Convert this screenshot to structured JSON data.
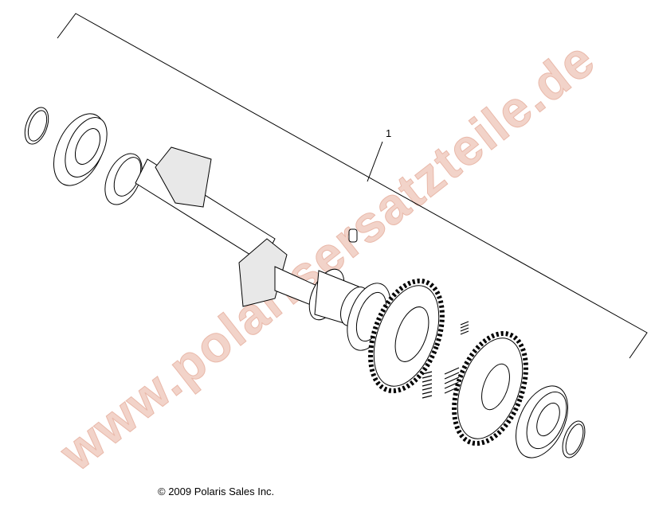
{
  "callout_label": "1",
  "copyright": "© 2009 Polaris Sales Inc.",
  "watermark": "www.polarisersatzteile.de",
  "colors": {
    "watermark": "#f2d3c9",
    "line": "#000000"
  }
}
